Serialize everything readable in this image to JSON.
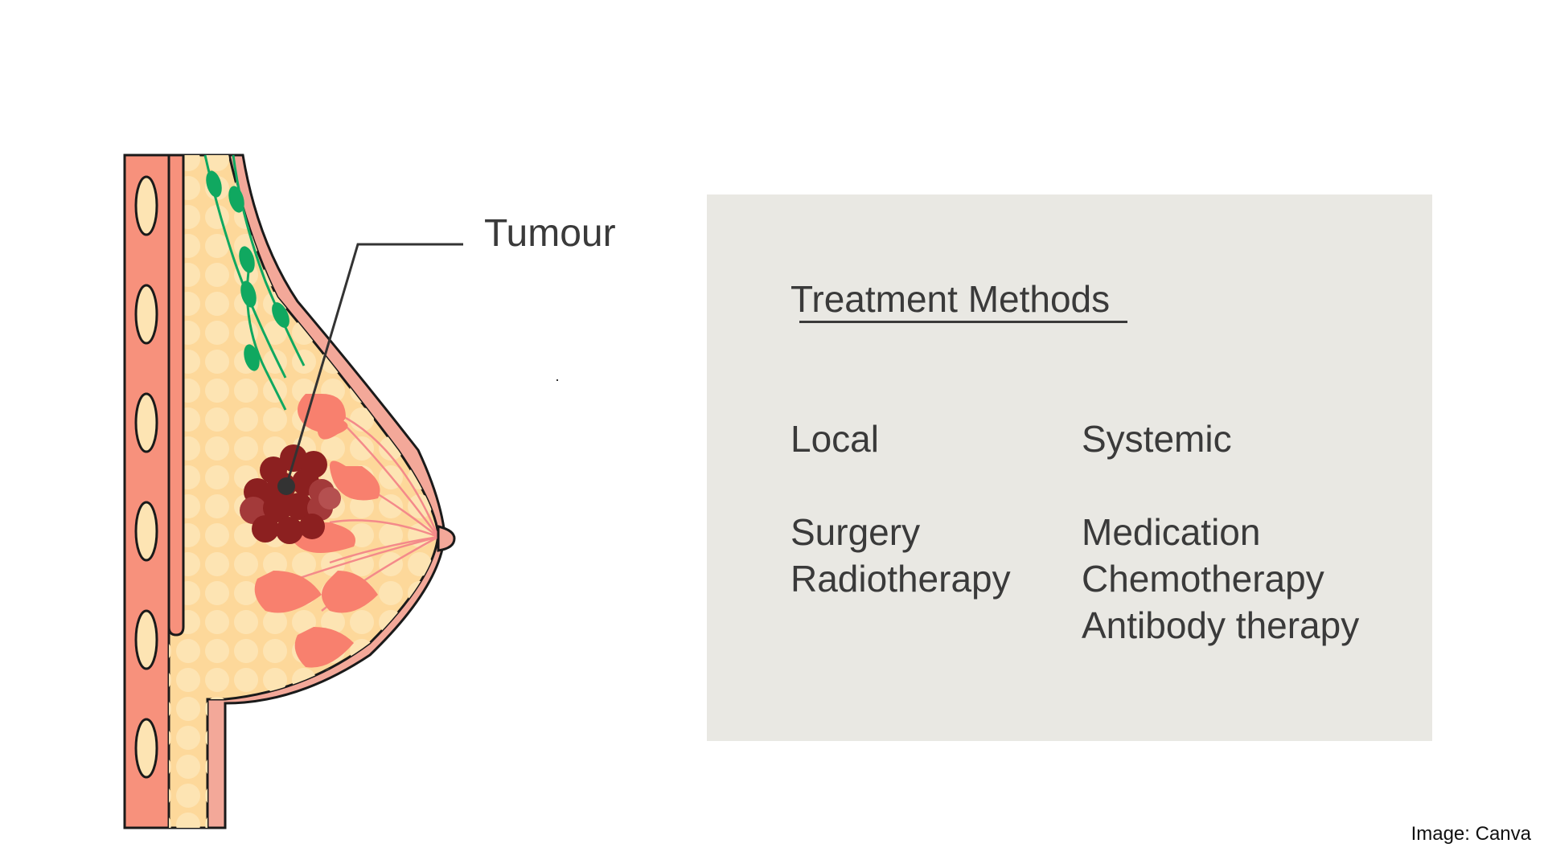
{
  "diagram": {
    "tumour_label": "Tumour",
    "colors": {
      "skin": "#f3a899",
      "muscle": "#f7917c",
      "fat": "#fdd89a",
      "fat_globule": "#fde4b3",
      "lobule": "#f8806e",
      "duct": "#f48a8a",
      "lymph": "#10a860",
      "tumour": "#8c2020",
      "outline": "#1a1a1a"
    }
  },
  "panel": {
    "title": "Treatment Methods",
    "local": {
      "heading": "Local",
      "items": [
        "Surgery",
        "Radiotherapy"
      ]
    },
    "systemic": {
      "heading": "Systemic",
      "items": [
        "Medication",
        "Chemotherapy",
        "Antibody therapy"
      ]
    },
    "background": "#e9e8e3"
  },
  "credit": "Image: Canva"
}
